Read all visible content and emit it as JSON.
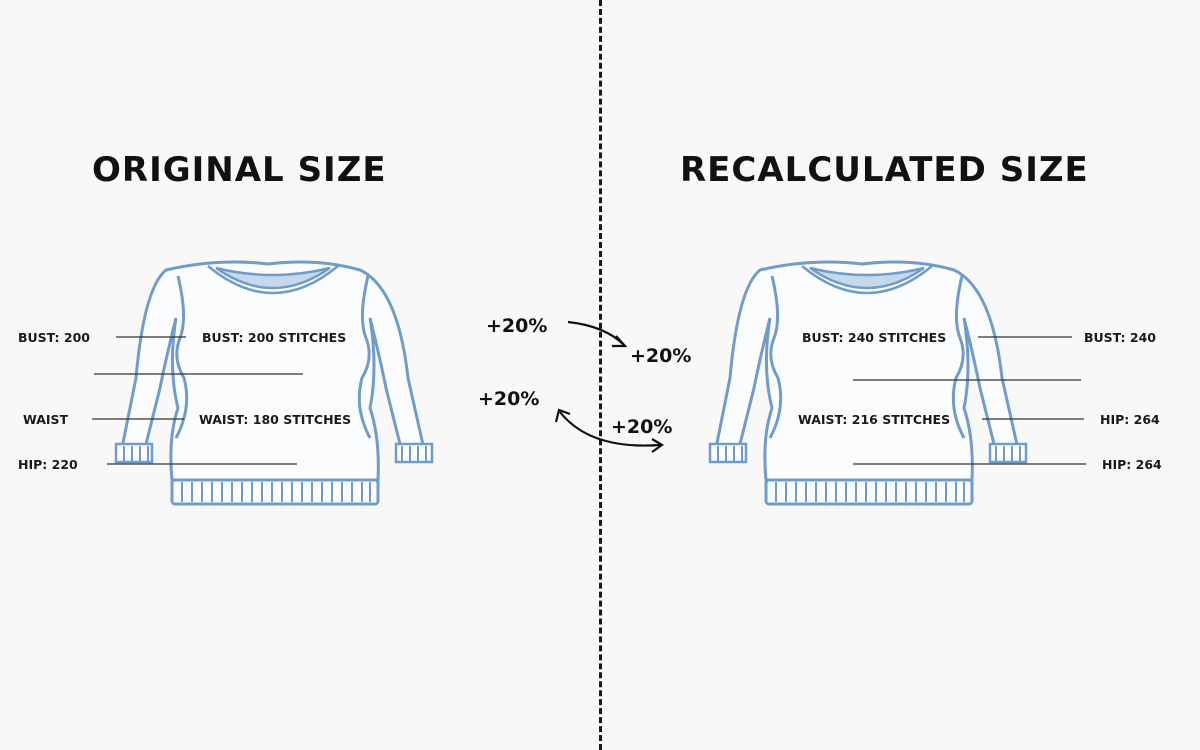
{
  "left": {
    "title": "ORIGINAL SIZE",
    "labels": {
      "bust_outer": "BUST: 200",
      "bust_inner": "BUST: 200 STITCHES",
      "waist_outer": "WAIST",
      "waist_inner": "WAIST: 180 STITCHES",
      "hip_outer": "HIP: 220"
    }
  },
  "right": {
    "title": "RECALCULATED SIZE",
    "labels": {
      "bust_inner": "BUST: 240 STITCHES",
      "bust_outer": "BUST: 240",
      "waist_inner": "WAIST: 216 STITCHES",
      "hip_outer_1": "HIP: 264",
      "hip_outer_2": "HIP: 264"
    }
  },
  "arrows": {
    "top_left": "+20%",
    "top_right": "+20%",
    "bottom_left": "+20%",
    "bottom_right": "+20%"
  },
  "colors": {
    "sweater_outline": "#6f9ccb",
    "collar_fill": "#c5d8ec",
    "background": "#f8f8f8",
    "text": "#111111"
  }
}
